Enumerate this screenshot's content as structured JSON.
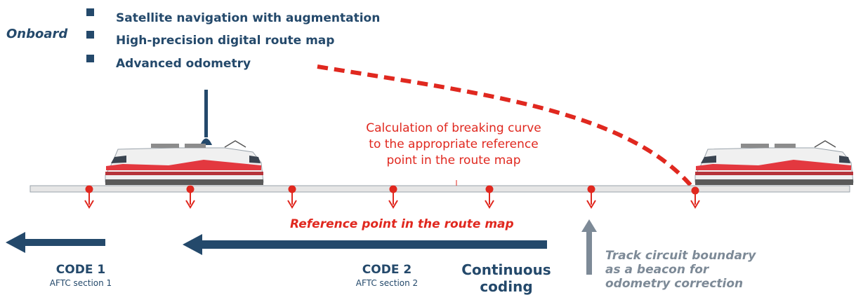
{
  "onboard": {
    "label": "Onboard",
    "items": [
      "Satellite navigation with augmentation",
      "High-precision digital route map",
      "Advanced odometry"
    ]
  },
  "calculation": {
    "lines": [
      "Calculation of breaking curve",
      "to the appropriate reference",
      "point in the route map"
    ]
  },
  "reference_point_label": "Reference point in the route map",
  "code1": {
    "title": "CODE 1",
    "subtitle": "AFTC section 1"
  },
  "code2": {
    "title": "CODE 2",
    "subtitle": "AFTC section 2"
  },
  "continuous_coding": {
    "lines": [
      "Continuous",
      "coding"
    ]
  },
  "track_circuit": {
    "lines": [
      "Track circuit boundary",
      "as a beacon for",
      "odometry correction"
    ]
  },
  "colors": {
    "navy": "#24496b",
    "red": "#e0281f",
    "grey": "#7d8a97",
    "rail": "#e6e6e6"
  },
  "icons": [
    "train-icon",
    "antenna-icon",
    "reference-point-icon",
    "arrow-left-icon",
    "arrow-up-icon"
  ]
}
